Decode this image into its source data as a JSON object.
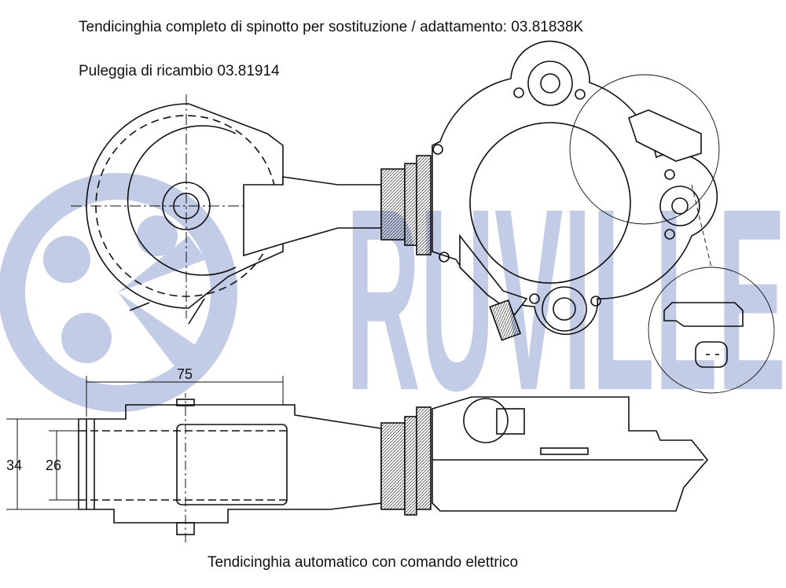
{
  "header": {
    "title": "Tendicinghia completo di spinotto per sostituzione / adattamento: 03.81838K",
    "subtitle": "Puleggia di ricambio 03.81914"
  },
  "caption": "Tendicinghia automatico con comando elettrico",
  "dimensions": {
    "width": "75",
    "height_outer": "34",
    "height_inner": "26"
  },
  "watermark": {
    "brand": "RUVILLE",
    "color": "#c3cce6"
  },
  "colors": {
    "line": "#111111"
  }
}
